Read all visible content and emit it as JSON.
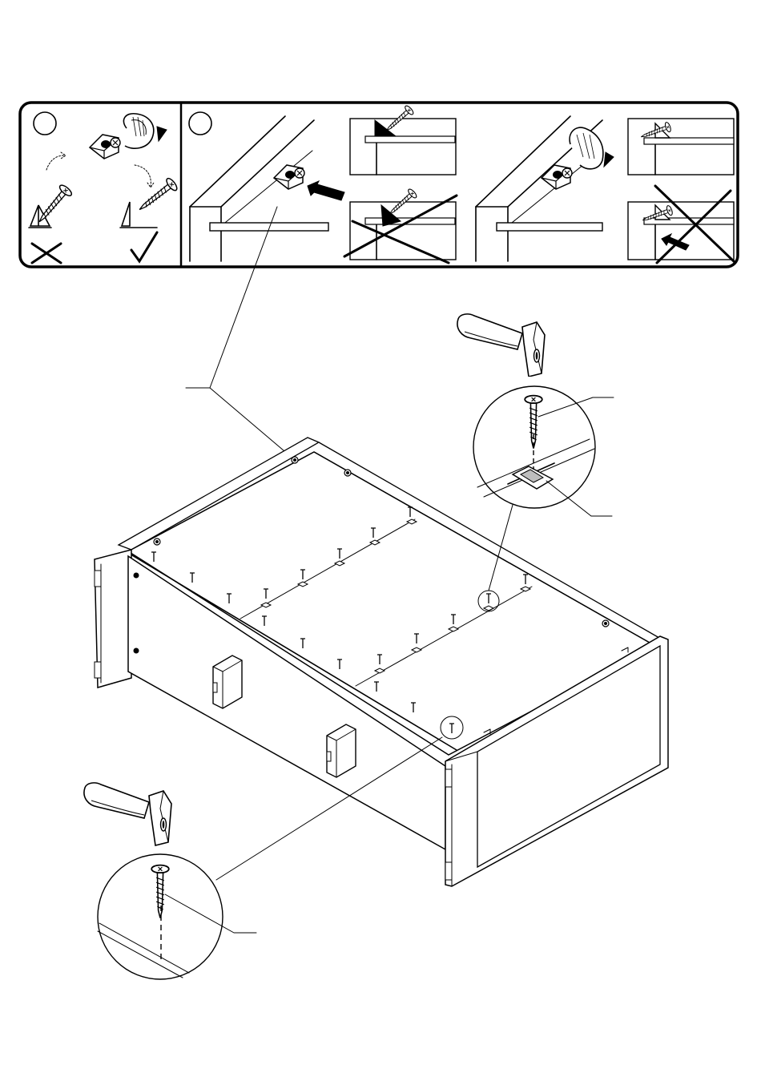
{
  "colors": {
    "ink": "#000000",
    "paper": "#ffffff",
    "shade": "#bdbdbd"
  },
  "instruction_panel": {
    "step_markers": [
      "",
      ""
    ],
    "icons": [
      "rotate-arrow-icon",
      "wrong-x-icon",
      "correct-check-icon",
      "push-arrow-icon",
      "wrong-cross-icon"
    ]
  },
  "main_figure": {
    "callouts": [
      {
        "name": "corner-bracket-callout"
      },
      {
        "name": "screw-callout"
      },
      {
        "name": "plate-callout"
      },
      {
        "name": "bottom-screw-callout"
      }
    ],
    "icons": [
      "hammer-icon",
      "nail-screw-icon",
      "detail-magnifier-circle"
    ]
  }
}
